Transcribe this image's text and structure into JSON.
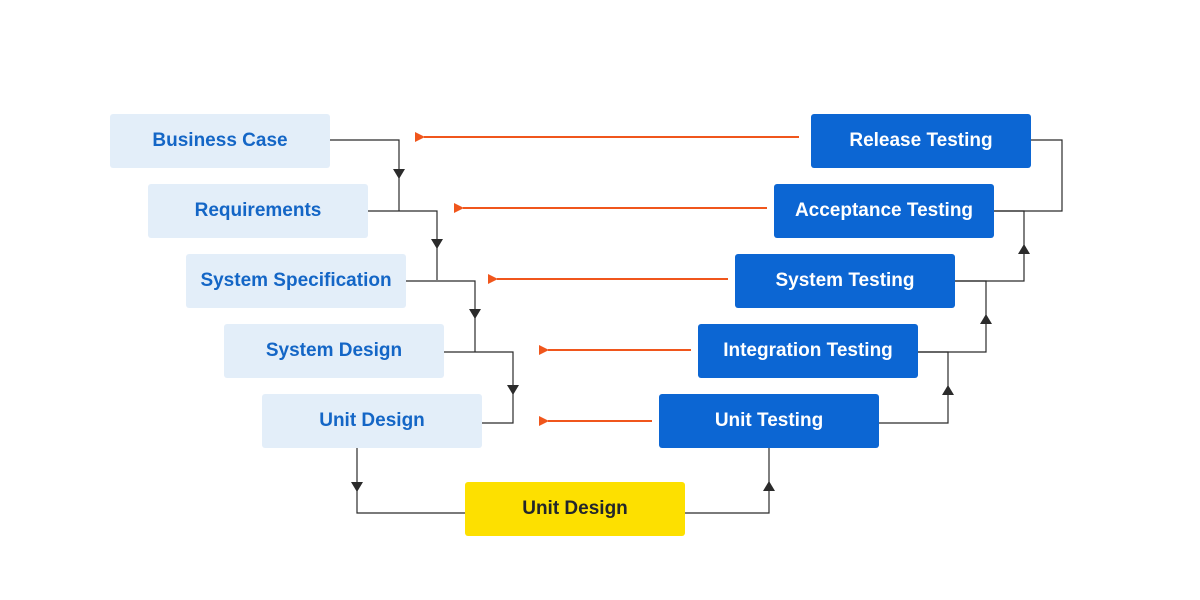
{
  "design_phases": [
    {
      "label": "Business Case"
    },
    {
      "label": "Requirements"
    },
    {
      "label": "System Specification"
    },
    {
      "label": "System Design"
    },
    {
      "label": "Unit Design"
    }
  ],
  "testing_phases": [
    {
      "label": "Release Testing"
    },
    {
      "label": "Acceptance Testing"
    },
    {
      "label": "System Testing"
    },
    {
      "label": "Integration Testing"
    },
    {
      "label": "Unit Testing"
    }
  ],
  "center_phase": {
    "label": "Unit Design"
  },
  "colors": {
    "design_fill": "#e3eef9",
    "design_text": "#1466c6",
    "testing_fill": "#0c66d3",
    "testing_text": "#ffffff",
    "center_fill": "#fde000",
    "center_text": "#22262b",
    "feedback_arrow": "#f0561c",
    "connector": "#2b2b2b"
  }
}
